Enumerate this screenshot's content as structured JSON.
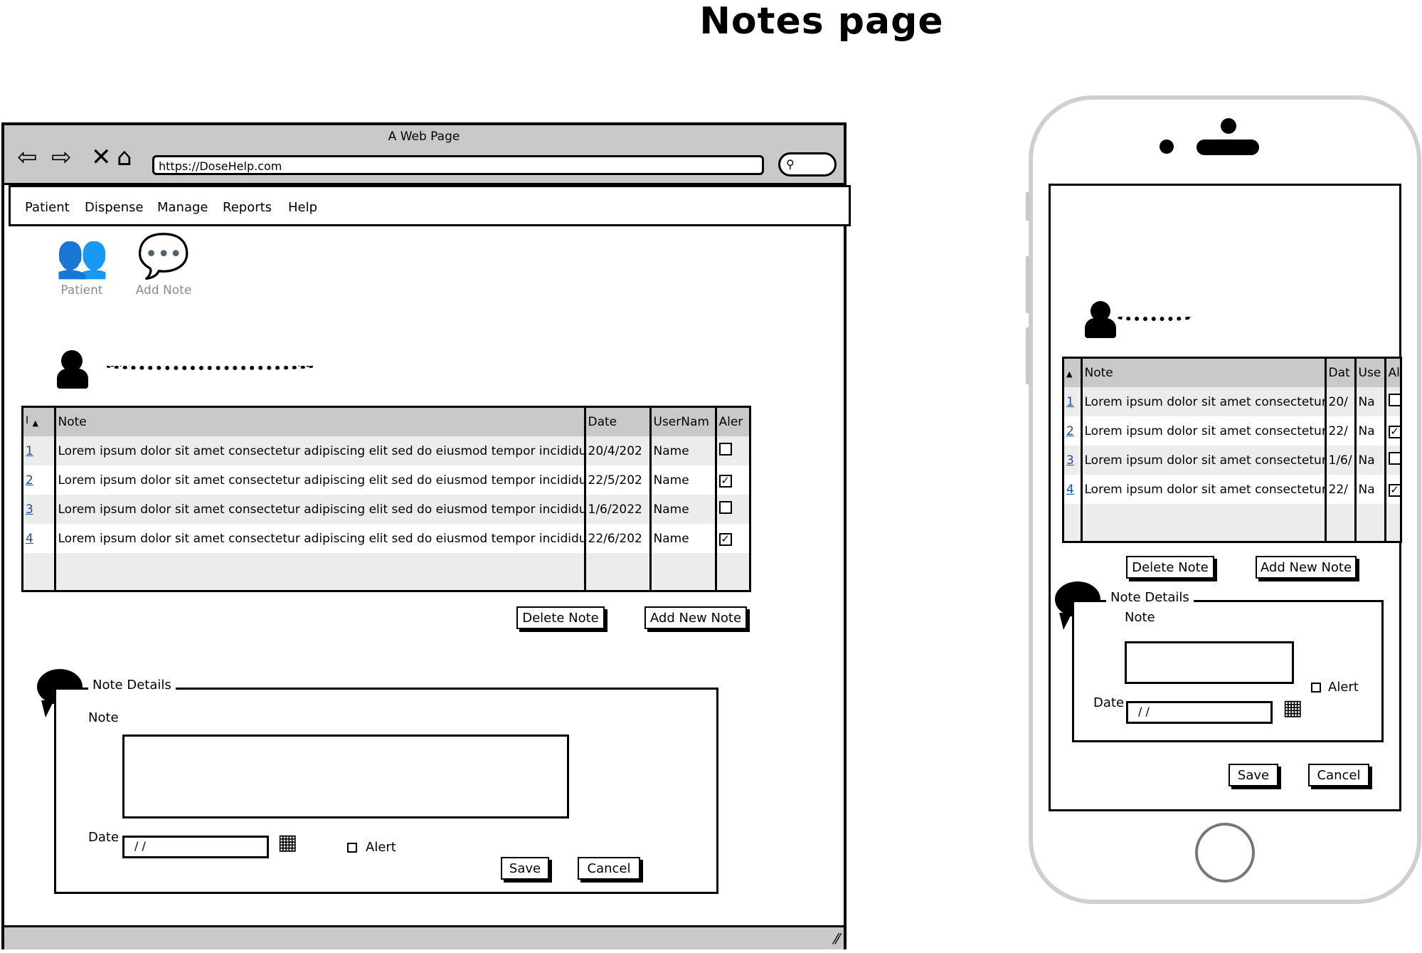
{
  "page_title": "Notes page",
  "browser": {
    "caption": "A Web Page",
    "url": "https://DoseHelp.com",
    "search_glyph": "⚲",
    "menu": [
      "Patient",
      "Dispense",
      "Manage",
      "Reports",
      "Help"
    ],
    "tools": [
      {
        "label": "Patient",
        "icon": "patients-group-icon"
      },
      {
        "label": "Add Note",
        "icon": "chat-bubbles-icon"
      }
    ]
  },
  "notes_table": {
    "sort_glyph": "I",
    "columns": [
      "Note",
      "Date",
      "UserNam",
      "Aler"
    ],
    "rows": [
      {
        "id": "1",
        "note": "Lorem ipsum dolor sit amet consectetur adipiscing elit sed do eiusmod tempor incididunt ut",
        "date": "20/4/202",
        "user": "Name",
        "alert": false
      },
      {
        "id": "2",
        "note": "Lorem ipsum dolor sit amet consectetur adipiscing elit sed do eiusmod tempor incididunt ut",
        "date": "22/5/202",
        "user": "Name",
        "alert": true
      },
      {
        "id": "3",
        "note": "Lorem ipsum dolor sit amet consectetur adipiscing elit sed do eiusmod tempor incididunt ut",
        "date": "1/6/2022",
        "user": "Name",
        "alert": false
      },
      {
        "id": "4",
        "note": "Lorem ipsum dolor sit amet consectetur adipiscing elit sed do eiusmod tempor incididunt ut",
        "date": "22/6/202",
        "user": "Name",
        "alert": true
      }
    ]
  },
  "buttons": {
    "delete_note": "Delete Note",
    "add_new_note": "Add New Note",
    "save": "Save",
    "cancel": "Cancel"
  },
  "note_details": {
    "legend": "Note Details",
    "note_label": "Note",
    "date_label": "Date",
    "date_value": " / /",
    "alert_label": "Alert"
  },
  "mobile_table": {
    "columns": [
      "Note",
      "Dat",
      "Use",
      "Al"
    ],
    "rows": [
      {
        "id": "1",
        "note": "Lorem ipsum dolor sit amet consectetur a",
        "date": "20/",
        "user": "Na",
        "alert": false
      },
      {
        "id": "2",
        "note": "Lorem ipsum dolor sit amet consectetur a",
        "date": "22/",
        "user": "Na",
        "alert": true
      },
      {
        "id": "3",
        "note": "Lorem ipsum dolor sit amet consectetur a",
        "date": "1/6/",
        "user": "Na",
        "alert": false
      },
      {
        "id": "4",
        "note": "Lorem ipsum dolor sit amet consectetur a",
        "date": "22/",
        "user": "Na",
        "alert": true
      }
    ]
  },
  "colors": {
    "chrome_gray": "#c9c9c9",
    "link_blue": "#1a4f9c",
    "icon_gray": "#b3b3b3"
  }
}
